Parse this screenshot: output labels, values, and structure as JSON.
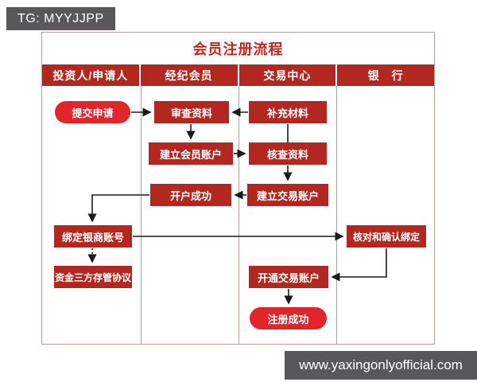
{
  "badge": {
    "label": "TG: MYYJJPP"
  },
  "flowchart": {
    "title": "会员注册流程",
    "columns": [
      "投资人/申请人",
      "经纪会员",
      "交易中心",
      "银　行"
    ],
    "nodes": {
      "submit_application": "提交申请",
      "review_materials": "审查资料",
      "supplement_materials": "补充材料",
      "create_member_account": "建立会员账户",
      "verify_materials": "核查资料",
      "account_opened": "开户成功",
      "create_trading_account": "建立交易账户",
      "bind_bank_account": "绑定银商账号",
      "confirm_binding": "核对和确认绑定",
      "tripartite_custody_agreement": "资金三方存管协议",
      "open_trading_account": "开通交易账户",
      "registration_success": "注册成功"
    },
    "edges": [
      {
        "from": "submit_application",
        "to": "review_materials",
        "style": "solid-arrow"
      },
      {
        "from": "supplement_materials",
        "to": "review_materials",
        "style": "solid-arrow"
      },
      {
        "from": "review_materials",
        "to": "create_member_account",
        "style": "solid-arrow"
      },
      {
        "from": "create_member_account",
        "to": "verify_materials",
        "style": "solid-arrow"
      },
      {
        "from": "supplement_materials",
        "to": "verify_materials",
        "style": "plain-line"
      },
      {
        "from": "verify_materials",
        "to": "create_trading_account",
        "style": "solid-arrow"
      },
      {
        "from": "create_trading_account",
        "to": "account_opened",
        "style": "solid-arrow"
      },
      {
        "from": "account_opened",
        "to": "bind_bank_account",
        "style": "solid-arrow-elbow"
      },
      {
        "from": "bind_bank_account",
        "to": "tripartite_custody_agreement",
        "style": "dotted-arrow"
      },
      {
        "from": "bind_bank_account",
        "to": "confirm_binding",
        "style": "solid-arrow"
      },
      {
        "from": "confirm_binding",
        "to": "open_trading_account",
        "style": "solid-arrow-elbow"
      },
      {
        "from": "open_trading_account",
        "to": "registration_success",
        "style": "solid-arrow"
      }
    ]
  },
  "banner": {
    "label": "www.yaxingonlyofficial.com"
  },
  "colors": {
    "box_red": "#b2271f",
    "pill_red": "#e2252b",
    "title_red": "#c3261d",
    "frame_border": "#b49c9c",
    "badge_gray": "#58585a",
    "arrow_black": "#1a1a1a"
  }
}
